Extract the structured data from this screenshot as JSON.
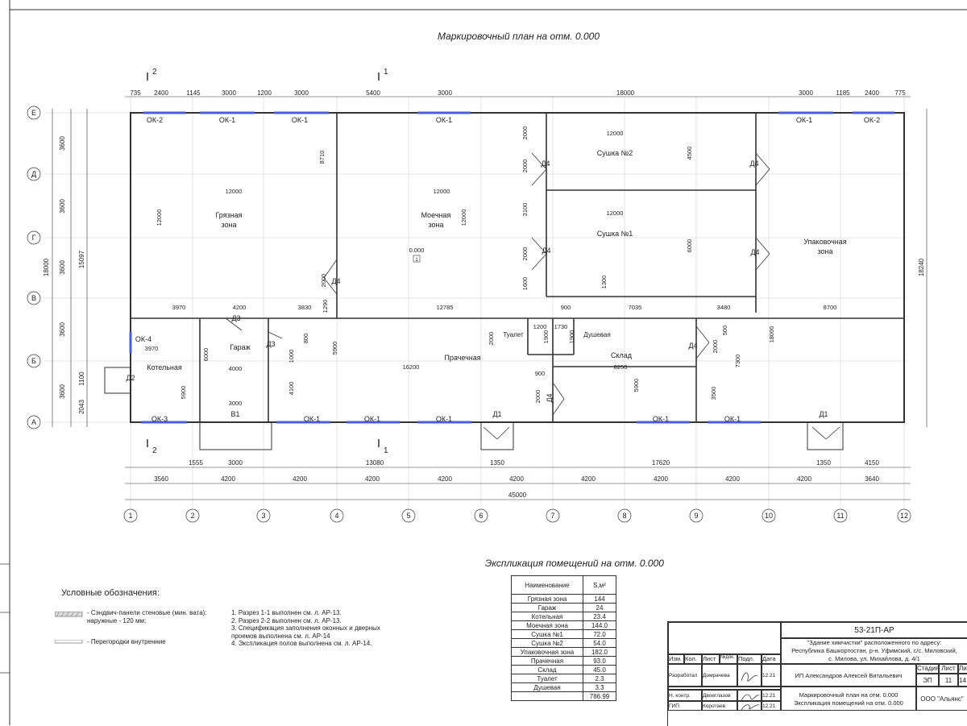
{
  "plan_title": "Маркировочный план на отм. 0.000",
  "explication_title": "Экспликация помещений на отм. 0.000",
  "section_marks": {
    "s1": "1",
    "s2": "2"
  },
  "top_dims_row1": [
    "735",
    "2400",
    "1145",
    "3000",
    "1200",
    "3000",
    "5400",
    "3000",
    "18000",
    "3000",
    "1185",
    "2400",
    "775"
  ],
  "bottom_dims_row1": [
    "1555",
    "3000",
    "13080",
    "1350",
    "17620",
    "1350",
    "4150"
  ],
  "bottom_dims_row2": [
    "3560",
    "4200",
    "4200",
    "4200",
    "4200",
    "4200",
    "4200",
    "4200",
    "4200",
    "4200",
    "3640"
  ],
  "total_dim": "45000",
  "left_dims": [
    "3600",
    "3600",
    "3600",
    "3600",
    "3600",
    "1100",
    "2043",
    "18000",
    "15097"
  ],
  "right_dim": "18240",
  "col_axes": [
    "1",
    "2",
    "3",
    "4",
    "5",
    "6",
    "7",
    "8",
    "9",
    "10",
    "11",
    "12"
  ],
  "row_axes": [
    "Е",
    "Д",
    "Г",
    "В",
    "Б",
    "А"
  ],
  "windows": {
    "ok1": "ОК-1",
    "ok2": "ОК-2",
    "ok3": "ОК-3",
    "ok4": "ОК-4"
  },
  "doors": {
    "d1": "Д1",
    "d2": "Д2",
    "d3": "Д3",
    "d4": "Д4",
    "v1": "В1"
  },
  "rooms": {
    "dirty": [
      "Грязная",
      "зона"
    ],
    "wash": [
      "Моечная",
      "зона"
    ],
    "dry2": "Сушка №2",
    "dry1": "Сушка №1",
    "pack": [
      "Упаковочная",
      "зона"
    ],
    "boiler": "Котельная",
    "garage": "Гараж",
    "laundry": "Прачечная",
    "toilet": "Туалет",
    "shower": "Душевая",
    "store": "Склад"
  },
  "inner_dims": {
    "a12000": "12000",
    "a8710": "8710",
    "a2000": "2000",
    "a4500": "4500",
    "a3100": "3100",
    "a6000": "6000",
    "a1600": "1600",
    "a1300": "1300",
    "a7035": "7035",
    "a3970": "3970",
    "a4200": "4200",
    "a3830": "3830",
    "a1290": "1290",
    "a12785": "12785",
    "a900": "900",
    "a3480": "3480",
    "a8700": "8700",
    "a18000": "18000",
    "a800": "800",
    "a1000": "1000",
    "a5900": "5900",
    "a16200": "16200",
    "a1200": "1200",
    "a1730": "1730",
    "a1900": "1900",
    "a500": "500",
    "a7300": "7300",
    "a8250": "8250",
    "a4000": "4000",
    "a3000": "3000",
    "a4100": "4100",
    "a3500": "3500",
    "level": "0.000",
    "level_mark": "1"
  },
  "legend": {
    "title": "Условные обозначения:",
    "sandwich": [
      "- Сэндвич-панели стеновые (мин. вата):",
      "наружные - 120 мм;"
    ],
    "partition": "- Перегородки внутренние"
  },
  "notes": [
    "1. Разрез 1-1 выполнен см. л. АР-13.",
    "2. Разрез 2-2 выполнен см. л. АР-13.",
    "3. Спецификация заполнения оконных и дверных",
    "проемов выполнена см. л. АР-14",
    "4. Экспликация полов выполнена см. л. АР-14."
  ],
  "table": {
    "head_name": "Наименование",
    "head_area": "S,м²",
    "rows": [
      [
        "Грязная зона",
        "144"
      ],
      [
        "Гараж",
        "24"
      ],
      [
        "Котельная",
        "23.4"
      ],
      [
        "Моечная зона",
        "144.0"
      ],
      [
        "Сушка №1",
        "72.0"
      ],
      [
        "Сушка №2",
        "54.0"
      ],
      [
        "Упаковочная зона",
        "182.0"
      ],
      [
        "Прачечная",
        "93.0"
      ],
      [
        "Склад",
        "45.0"
      ],
      [
        "Туалет",
        "2.3"
      ],
      [
        "Душевая",
        "3.3"
      ]
    ],
    "total": "786.99"
  },
  "stamp": {
    "code": "53-21П-АР",
    "object": [
      "\"Здание химчистки\" расположенного по адресу:",
      "Республика Башкортостан, р-н. Уфимский, с/с. Миловский,",
      "с. Милова, ул. Михайлова, д. 4/1"
    ],
    "cols": [
      "Изм.",
      "Кол.",
      "Лист",
      "№док.",
      "Подп.",
      "Дата"
    ],
    "developed_label": "Разработал",
    "developed_name": "Домрачева",
    "developed_date": "12.21",
    "ncontrol_label": "Н. контр.",
    "ncontrol_name": "Двоеглазов",
    "ncontrol_date": "12.21",
    "gip_label": "ГИП",
    "gip_name": "Коротаев",
    "gip_date": "12.21",
    "author": "ИП Александров Алексей Витальевич",
    "stage_label": "Стадия",
    "sheet_label": "Лист",
    "sheets_label": "Лис",
    "stage": "ЭП",
    "sheet": "11",
    "sheets": "14",
    "sheet_title": [
      "Маркировочный план на отм. 0.000",
      "Экспликация помещений на отм. 0.000"
    ],
    "org": "ООО \"Альянс\""
  }
}
